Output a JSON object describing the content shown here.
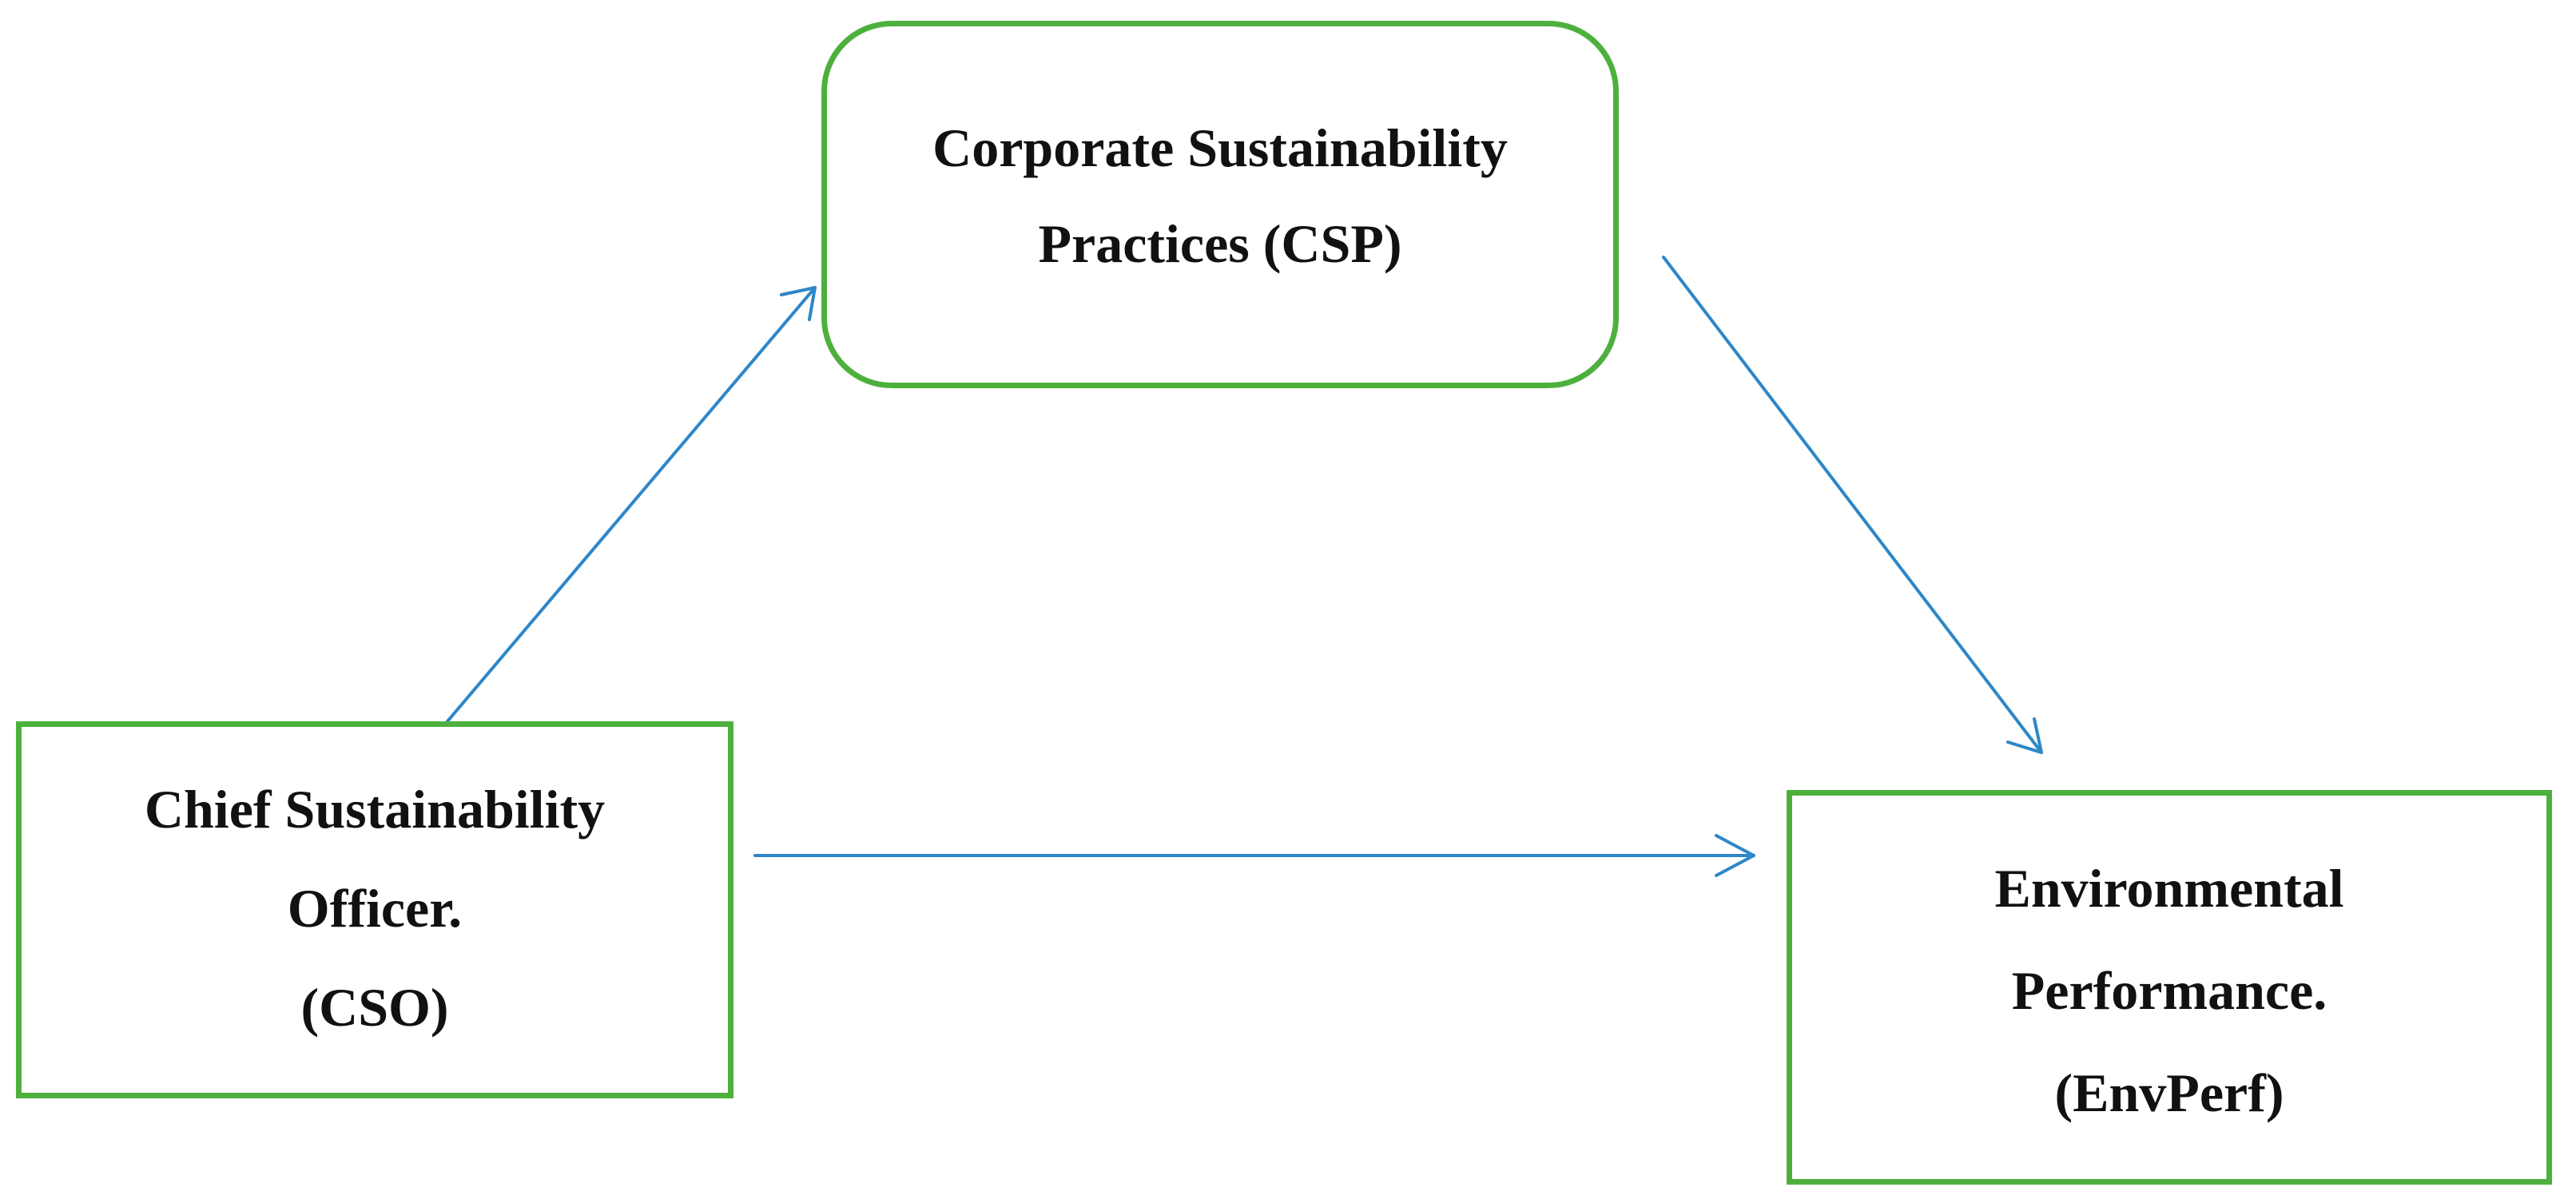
{
  "nodes": {
    "csp": {
      "lines": [
        "Corporate Sustainability",
        "Practices (CSP)"
      ]
    },
    "cso": {
      "lines": [
        "Chief Sustainability",
        "Officer.",
        "(CSO)"
      ]
    },
    "env": {
      "lines": [
        "Environmental",
        "Performance.",
        "(EnvPerf)"
      ]
    }
  },
  "edges": [
    {
      "from": "cso",
      "to": "csp"
    },
    {
      "from": "csp",
      "to": "env"
    },
    {
      "from": "cso",
      "to": "env"
    }
  ],
  "colors": {
    "box_border": "#4db03d",
    "arrow": "#2e86c8",
    "text": "#111111"
  }
}
